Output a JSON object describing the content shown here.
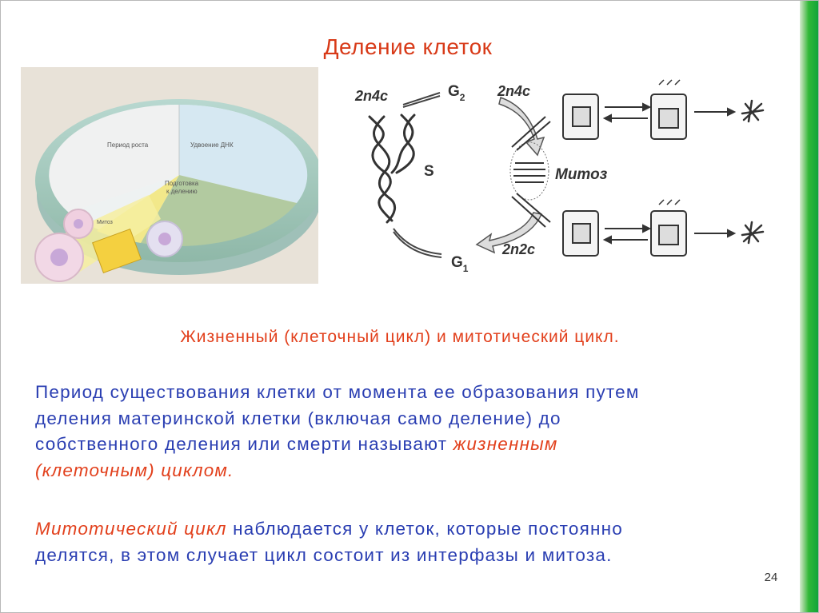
{
  "slide": {
    "title": "Деление клеток",
    "subtitle": "Жизненный (клеточный цикл) и митотический цикл.",
    "page_number": "24"
  },
  "cycle_figure": {
    "sector_1": "Период роста",
    "sector_2": "Удвоение ДНК",
    "sector_3_line1": "Подготовка",
    "sector_3_line2": "к делению",
    "sector_4": "Митоз"
  },
  "mitosis_diagram": {
    "ploidy_top_left": "2n4c",
    "ploidy_top_right": "2n4c",
    "ploidy_bottom": "2n2c",
    "phase_g2": "G",
    "phase_g2_sub": "2",
    "phase_g1": "G",
    "phase_g1_sub": "1",
    "phase_s": "S",
    "mitosis_label": "Митоз"
  },
  "paragraph_1": {
    "line_1": "Период существования клетки от момента ее образования путем",
    "line_2": "деления материнской клетки (включая само деление) до",
    "line_3_plain": "собственного деления или смерти называют ",
    "line_3_term": "жизненным",
    "line_4_term": "(клеточным) циклом",
    "line_4_end": "."
  },
  "paragraph_2": {
    "line_1_term": "Митотический цикл",
    "line_1_plain": " наблюдается у клеток, которые постоянно",
    "line_2": "делятся, в этом случает цикл состоит из интерфазы и митоза."
  },
  "colors": {
    "title_red": "#d83a18",
    "body_blue": "#2a3eb2",
    "accent_green": "#10a23a"
  }
}
